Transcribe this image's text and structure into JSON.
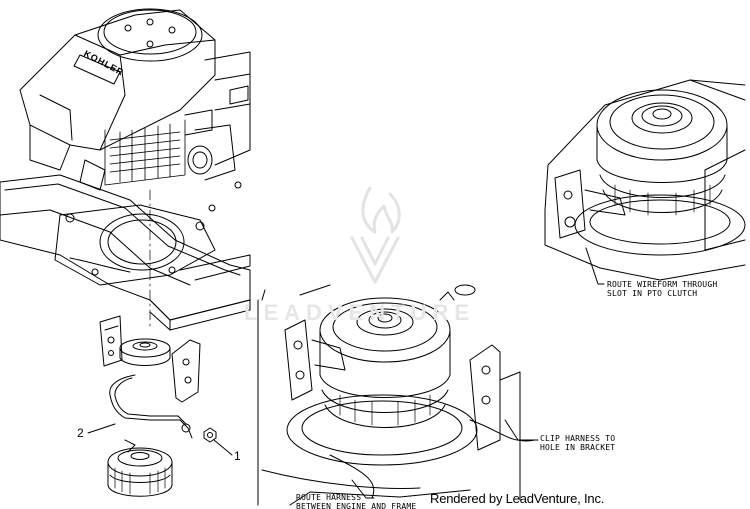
{
  "engine_brand": "KOHLER",
  "callouts": {
    "item_1": "1",
    "item_2": "2"
  },
  "notes": {
    "wireform": "ROUTE WIREFORM THROUGH\nSLOT IN PTO CLUTCH",
    "clip_harness": "CLIP HARNESS TO\nHOLE IN BRACKET",
    "route_harness": "ROUTE HARNESS\nBETWEEN ENGINE AND FRAME"
  },
  "watermark": "LEADVENTURE",
  "credit": "Rendered by LeadVenture, Inc."
}
